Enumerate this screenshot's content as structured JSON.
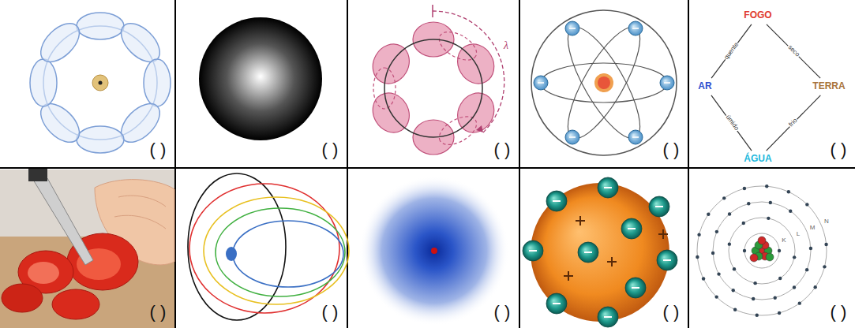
{
  "diagram": {
    "nodes": [
      {
        "text": [
          "FOGO"
        ]
      },
      {
        "text": [
          "AR"
        ]
      },
      {
        "text": [
          "TERRA"
        ]
      },
      {
        "text": [
          "ÁGUA"
        ]
      }
    ],
    "edges": [
      {
        "from": 1,
        "to": 0,
        "label": "quente",
        "arrow": "none"
      },
      {
        "from": 0,
        "to": 2,
        "label": "seco",
        "arrow": "none"
      },
      {
        "from": 1,
        "to": 3,
        "label": "úmido",
        "arrow": "none"
      },
      {
        "from": 3,
        "to": 2,
        "label": "frio",
        "arrow": "none"
      }
    ],
    "labels": [
      "( )",
      "( )",
      "λ",
      "( )",
      "( )",
      "( )",
      "( )",
      "( )",
      "( )",
      "( )",
      "K",
      "L",
      "M",
      "N",
      "( )"
    ]
  }
}
